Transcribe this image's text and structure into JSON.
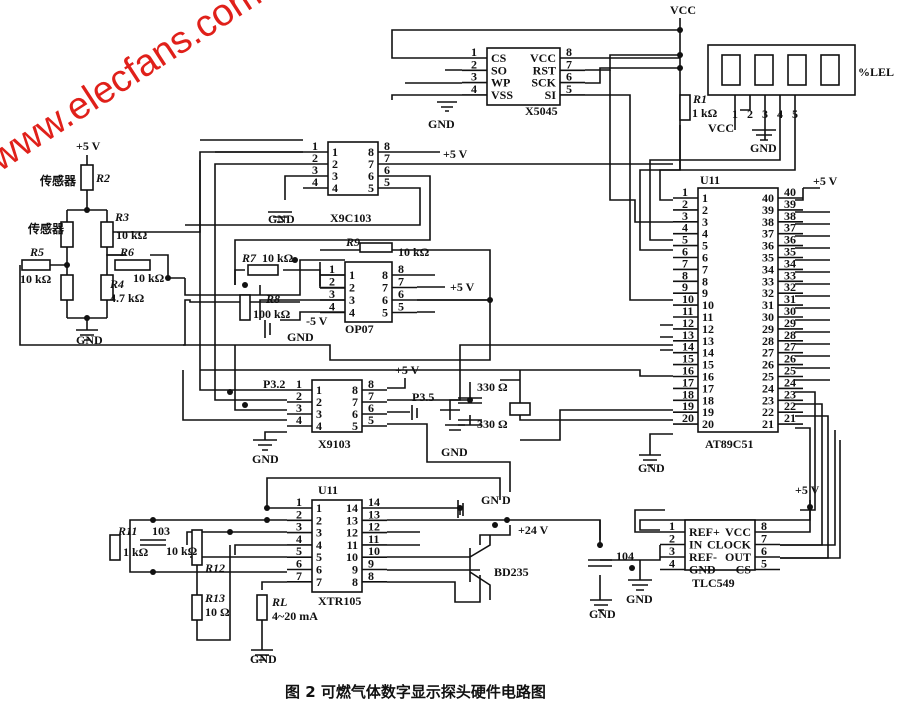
{
  "watermark": "www.elecfans.com",
  "caption": "图 2   可燃气体数字显示探头硬件电路图",
  "colors": {
    "watermark": "#e0201a",
    "ink": "#111111"
  },
  "chips": {
    "x5045": {
      "name": "X5045",
      "left": [
        [
          "1",
          "CS"
        ],
        [
          "2",
          "SO"
        ],
        [
          "3",
          "WP"
        ],
        [
          "4",
          "VSS"
        ]
      ],
      "right": [
        [
          "8",
          "VCC"
        ],
        [
          "7",
          "RST"
        ],
        [
          "6",
          "SCK"
        ],
        [
          "5",
          "SI"
        ]
      ]
    },
    "x9c103": {
      "name": "X9C103",
      "left": [
        [
          "1",
          "1"
        ],
        [
          "2",
          "2"
        ],
        [
          "3",
          "3"
        ],
        [
          "4",
          "4"
        ]
      ],
      "right": [
        [
          "8",
          "8"
        ],
        [
          "7",
          "7"
        ],
        [
          "6",
          "6"
        ],
        [
          "5",
          "5"
        ]
      ]
    },
    "op07": {
      "name": "OP07",
      "left": [
        [
          "1",
          "1"
        ],
        [
          "2",
          "2"
        ],
        [
          "3",
          "3"
        ],
        [
          "4",
          "4"
        ]
      ],
      "right": [
        [
          "8",
          "8"
        ],
        [
          "7",
          "7"
        ],
        [
          "6",
          "6"
        ],
        [
          "5",
          "5"
        ]
      ]
    },
    "x9103": {
      "name": "X9103",
      "left": [
        [
          "1",
          "1"
        ],
        [
          "2",
          "2"
        ],
        [
          "3",
          "3"
        ],
        [
          "4",
          "4"
        ]
      ],
      "right": [
        [
          "8",
          "8"
        ],
        [
          "7",
          "7"
        ],
        [
          "6",
          "6"
        ],
        [
          "5",
          "5"
        ]
      ]
    },
    "at89c51": {
      "name": "AT89C51",
      "ref": "U11",
      "left": [
        [
          "1",
          "1"
        ],
        [
          "2",
          "2"
        ],
        [
          "3",
          "3"
        ],
        [
          "4",
          "4"
        ],
        [
          "5",
          "5"
        ],
        [
          "6",
          "6"
        ],
        [
          "7",
          "7"
        ],
        [
          "8",
          "8"
        ],
        [
          "9",
          "9"
        ],
        [
          "10",
          "10"
        ],
        [
          "11",
          "11"
        ],
        [
          "12",
          "12"
        ],
        [
          "13",
          "13"
        ],
        [
          "14",
          "14"
        ],
        [
          "15",
          "15"
        ],
        [
          "16",
          "16"
        ],
        [
          "17",
          "17"
        ],
        [
          "18",
          "18"
        ],
        [
          "19",
          "19"
        ],
        [
          "20",
          "20"
        ]
      ],
      "right": [
        [
          "40",
          "40"
        ],
        [
          "39",
          "39"
        ],
        [
          "38",
          "38"
        ],
        [
          "37",
          "37"
        ],
        [
          "36",
          "36"
        ],
        [
          "35",
          "35"
        ],
        [
          "34",
          "34"
        ],
        [
          "33",
          "33"
        ],
        [
          "32",
          "32"
        ],
        [
          "31",
          "31"
        ],
        [
          "30",
          "30"
        ],
        [
          "29",
          "29"
        ],
        [
          "28",
          "28"
        ],
        [
          "27",
          "27"
        ],
        [
          "26",
          "26"
        ],
        [
          "25",
          "25"
        ],
        [
          "24",
          "24"
        ],
        [
          "23",
          "23"
        ],
        [
          "22",
          "22"
        ],
        [
          "21",
          "21"
        ]
      ]
    },
    "xtr105": {
      "name": "XTR105",
      "ref": "U11",
      "left": [
        [
          "1",
          "1"
        ],
        [
          "2",
          "2"
        ],
        [
          "3",
          "3"
        ],
        [
          "4",
          "4"
        ],
        [
          "5",
          "5"
        ],
        [
          "6",
          "6"
        ],
        [
          "7",
          "7"
        ]
      ],
      "right": [
        [
          "14",
          "14"
        ],
        [
          "13",
          "13"
        ],
        [
          "12",
          "12"
        ],
        [
          "11",
          "11"
        ],
        [
          "10",
          "10"
        ],
        [
          "9",
          "9"
        ],
        [
          "8",
          "8"
        ]
      ]
    },
    "tlc549": {
      "name": "TLC549",
      "left": [
        [
          "1",
          "REF+"
        ],
        [
          "2",
          "IN"
        ],
        [
          "3",
          "REF-"
        ],
        [
          "4",
          "GND"
        ]
      ],
      "right": [
        [
          "8",
          "VCC"
        ],
        [
          "7",
          "CLOCK"
        ],
        [
          "6",
          "OUT"
        ],
        [
          "5",
          "CS"
        ]
      ]
    }
  },
  "display": {
    "unit": "%LEL",
    "pins": [
      "1",
      "2",
      "3",
      "4",
      "5"
    ],
    "vcc": "VCC",
    "gnd": "GND"
  },
  "labels": {
    "vcc_top": "VCC",
    "r1": "R1",
    "r1_val": "1 kΩ",
    "gnd_x5045": "GND",
    "p5v_bridge": "+5 V",
    "sensor1": "传感器",
    "sensor2": "传感器",
    "r2": "R2",
    "r3": "R3",
    "r3_val": "10 kΩ",
    "r5": "R5",
    "r5_val": "10 kΩ",
    "r6": "R6",
    "r6_val": "10 kΩ",
    "r4": "R4",
    "r4_val": "4.7 kΩ",
    "gnd_bridge": "GND",
    "p5v_x9c103": "+5 V",
    "gnd_x9c103": "GND",
    "r7": "R7",
    "r7_val": "10 kΩ",
    "r9": "R9",
    "r9_val": "10 kΩ",
    "r8": "R8",
    "r8_val": "100 kΩ",
    "m5v": "-5 V",
    "gnd_op07": "GND",
    "p5v_op07": "+5 V",
    "p32": "P3.2",
    "p35": "P3.5",
    "p5v_x9103": "+5 V",
    "gnd_x9103": "GND",
    "c330a": "330 Ω",
    "c330b": "330 Ω",
    "gnd_xtal": "GND",
    "p5v_mcu": "+5 V",
    "gnd_mcu": "GND",
    "r11": "R11",
    "r11_val": "1 kΩ",
    "c103": "103",
    "r12": "R12",
    "r12_val": "10 kΩ",
    "r13": "R13",
    "r13_val": "10 Ω",
    "rl": "RL",
    "rl_val": "4~20 mA",
    "gnd_rl": "GND",
    "gnd_xtr": "GN D",
    "p24v": "+24 V",
    "bd235": "BD235",
    "c104": "104",
    "gnd_c104": "GND",
    "gnd_tlc": "GND",
    "p5v_tlc": "+5 V"
  }
}
